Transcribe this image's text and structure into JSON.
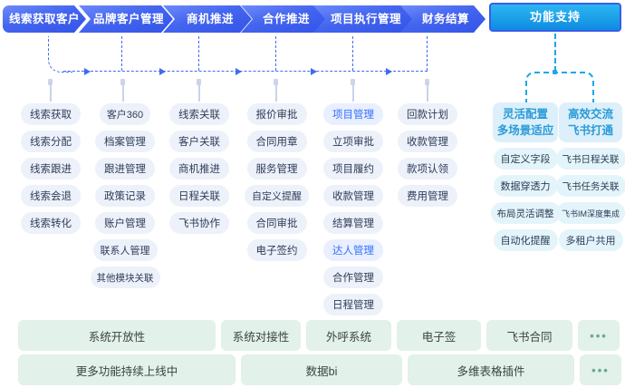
{
  "colors": {
    "stage_blue": "#4465ef",
    "accent_blue": "#3370ff",
    "connector_blue": "#3f6bf0",
    "support_cyan": "#19a8ea",
    "pill_bg": "#edf1fa",
    "support_pill_bg": "#e4f4fb",
    "green_bg": "#e2f1ea"
  },
  "stages": [
    {
      "label": "线索获取客户",
      "items": [
        {
          "label": "线索获取"
        },
        {
          "label": "线索分配"
        },
        {
          "label": "线索跟进"
        },
        {
          "label": "线索会退"
        },
        {
          "label": "线索转化"
        }
      ]
    },
    {
      "label": "品牌客户管理",
      "items": [
        {
          "label": "客户360"
        },
        {
          "label": "档案管理"
        },
        {
          "label": "跟进管理"
        },
        {
          "label": "政策记录"
        },
        {
          "label": "账户管理"
        },
        {
          "label": "联系人管理"
        },
        {
          "label": "其他模块关联"
        }
      ]
    },
    {
      "label": "商机推进",
      "items": [
        {
          "label": "线索关联"
        },
        {
          "label": "客户关联"
        },
        {
          "label": "商机推进"
        },
        {
          "label": "日程关联"
        },
        {
          "label": "飞书协作"
        }
      ]
    },
    {
      "label": "合作推进",
      "items": [
        {
          "label": "报价审批"
        },
        {
          "label": "合同用章"
        },
        {
          "label": "服务管理"
        },
        {
          "label": "自定义提醒"
        },
        {
          "label": "合同审批"
        },
        {
          "label": "电子签约"
        }
      ]
    },
    {
      "label": "项目执行管理",
      "items": [
        {
          "label": "项目管理",
          "highlight": true
        },
        {
          "label": "立项审批"
        },
        {
          "label": "项目履约"
        },
        {
          "label": "收款管理"
        },
        {
          "label": "结算管理"
        },
        {
          "label": "达人管理",
          "highlight": true
        },
        {
          "label": "合作管理"
        },
        {
          "label": "日程管理"
        }
      ]
    },
    {
      "label": "财务结算",
      "items": [
        {
          "label": "回款计划"
        },
        {
          "label": "收款管理"
        },
        {
          "label": "款项认领"
        },
        {
          "label": "费用管理"
        }
      ]
    }
  ],
  "support": {
    "label": "功能支持",
    "groups": [
      {
        "line1": "灵活配置",
        "line2": "多场景适应",
        "items": [
          {
            "label": "自定义字段"
          },
          {
            "label": "数据穿透力"
          },
          {
            "label": "布局灵活调整"
          },
          {
            "label": "自动化提醒"
          }
        ]
      },
      {
        "line1": "高效交流",
        "line2": "飞书打通",
        "items": [
          {
            "label": "飞书日程关联"
          },
          {
            "label": "飞书任务关联"
          },
          {
            "label": "飞书IM深度集成"
          },
          {
            "label": "多租户共用"
          }
        ]
      }
    ]
  },
  "bottom": {
    "row1": [
      {
        "label": "系统开放性"
      },
      {
        "label": "系统对接性"
      },
      {
        "label": "外呼系统"
      },
      {
        "label": "电子签"
      },
      {
        "label": "飞书合同"
      },
      {
        "label": "•••",
        "dots": true
      }
    ],
    "row2": [
      {
        "label": "更多功能持续上线中"
      },
      {
        "label": "数据bi"
      },
      {
        "label": "多维表格插件"
      },
      {
        "label": "•••",
        "dots": true
      }
    ]
  }
}
